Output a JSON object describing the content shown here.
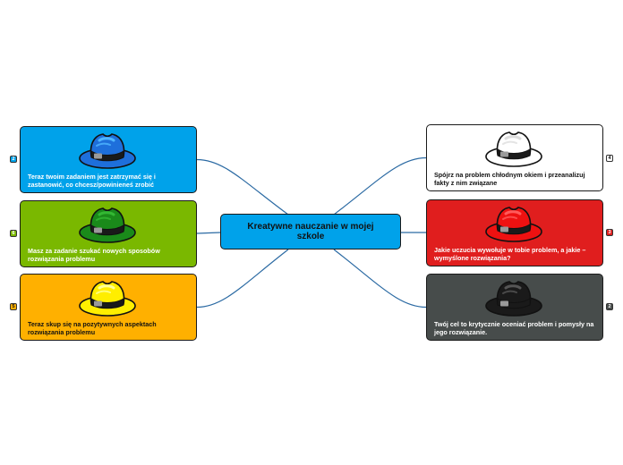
{
  "central": {
    "label": "Kreatywne nauczanie w mojej szkole",
    "color": "#00a2ea"
  },
  "nodes": [
    {
      "id": "blue",
      "number": "2",
      "text": "Teraz twoim zadaniem jest zatrzymać się i zastanowić, co chcesz/powinieneś zrobić",
      "bg": "#00a2ea",
      "hat": "#1e6fdb",
      "hatLight": "#4fb6ff",
      "textColor": "#ffffff",
      "icon": "blue-hat-icon"
    },
    {
      "id": "green",
      "number": "6",
      "text": "Masz za zadanie szukać nowych sposobów rozwiązania problemu",
      "bg": "#7ab800",
      "hat": "#1a8a1a",
      "hatLight": "#33b833",
      "textColor": "#ffffff",
      "icon": "green-hat-icon"
    },
    {
      "id": "yellow",
      "number": "5",
      "text": "Teraz skup się na pozytywnych aspektach rozwiązania problemu",
      "bg": "#ffb000",
      "hat": "#ffee00",
      "hatLight": "#ffff99",
      "textColor": "#111111",
      "icon": "yellow-hat-icon"
    },
    {
      "id": "white",
      "number": "4",
      "text": "Spójrz na problem chłodnym okiem i przeanalizuj fakty z nim związane",
      "bg": "#ffffff",
      "hat": "#ffffff",
      "hatLight": "#dddddd",
      "textColor": "#111111",
      "icon": "white-hat-icon"
    },
    {
      "id": "red",
      "number": "3",
      "text": "Jakie uczucia wywołuje w tobie problem, a jakie – wymyślone rozwiązania?",
      "bg": "#e01e1e",
      "hat": "#ee1111",
      "hatLight": "#ff5a5a",
      "textColor": "#ffffff",
      "icon": "red-hat-icon"
    },
    {
      "id": "black",
      "number": "2",
      "text": "Twój cel to krytycznie oceniać problem i pomysły na jego rozwiązanie.",
      "bg": "#474c4b",
      "hat": "#1a1a1a",
      "hatLight": "#555555",
      "textColor": "#ffffff",
      "icon": "black-hat-icon"
    }
  ],
  "colors": {
    "link": "#2b6aa3",
    "border": "#1a1a1a"
  }
}
